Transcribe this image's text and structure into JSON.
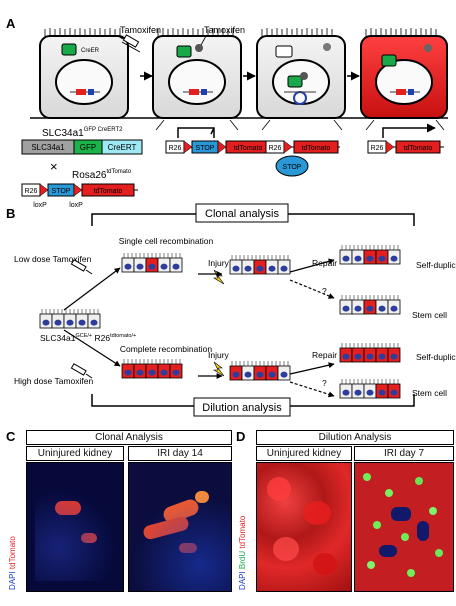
{
  "panels": {
    "a": "A",
    "b": "B",
    "c": "C",
    "d": "D"
  },
  "panel_a": {
    "tamoxifen_arrow_label": "Tamoxifen",
    "tamoxifen_molecule_label": "Tamoxifen",
    "creer_label": "CreER",
    "mouse_line_1": "SLC34a1",
    "mouse_line_1_sup": "GFP CreERT2",
    "gene_boxes": [
      "SLC34a1",
      "GFP",
      "CreERT"
    ],
    "cross_symbol": "×",
    "mouse_line_2": "Rosa26",
    "mouse_line_2_sup": "tdTomato",
    "reporter_boxes": [
      "R26",
      "STOP",
      "tdTomato"
    ],
    "loxp_labels": [
      "loxP",
      "loxP"
    ],
    "excised_label": "STOP"
  },
  "panel_b": {
    "clonal_title": "Clonal analysis",
    "dilution_title": "Dilution analysis",
    "low_dose": "Low dose Tamoxifen",
    "high_dose": "High dose Tamoxifen",
    "single_cell": "Single cell recombination",
    "complete": "Complete recombination",
    "injury": "Injury",
    "repair": "Repair",
    "question": "?",
    "self_dup": "Self-duplication",
    "stem_cell": "Stem cell",
    "mouse_label": "SLC34a1",
    "mouse_sup1": "GCE/+",
    "mouse_mid": " R26",
    "mouse_sup2": "tdtomato/+"
  },
  "panel_c": {
    "title": "Clonal Analysis",
    "left": "Uninjured kidney",
    "right": "IRI day 14",
    "side_label_1": "DAPI",
    "side_label_2": "tdTomato"
  },
  "panel_d": {
    "title": "Dilution Analysis",
    "left": "Uninjured kidney",
    "right": "IRI day 7",
    "side_label_1": "DAPI",
    "side_label_2": "BrdU",
    "side_label_3": "tdTomato"
  },
  "colors": {
    "red": "#e41f1f",
    "green": "#19a84a",
    "cyan": "#29c4e8",
    "blue_nucleus": "#2c3d9c",
    "micro_blue": "#1a2a8a"
  }
}
